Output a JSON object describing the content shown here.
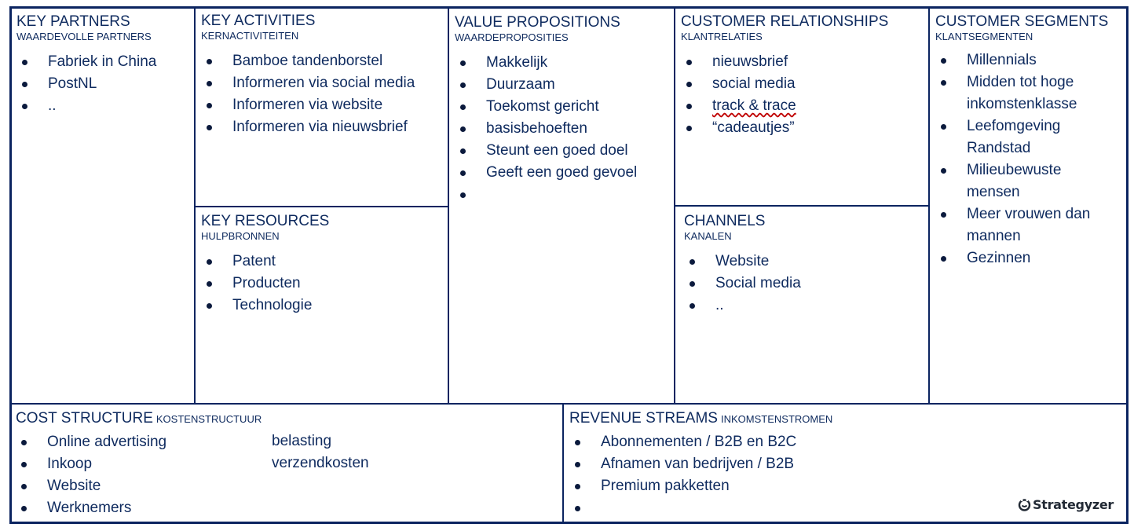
{
  "canvas": {
    "border_color": "#0b2460",
    "text_color": "#0e2a5e"
  },
  "key_partners": {
    "title": "KEY PARTNERS",
    "subtitle": "WAARDEVOLLE PARTNERS",
    "items": [
      "Fabriek in China",
      "PostNL",
      ".."
    ]
  },
  "key_activities": {
    "title": "KEY ACTIVITIES",
    "subtitle": "KERNACTIVITEITEN",
    "items": [
      "Bamboe tandenborstel",
      "Informeren via social media",
      "Informeren via website",
      "Informeren via nieuwsbrief"
    ]
  },
  "key_resources": {
    "title": "KEY RESOURCES",
    "subtitle": "HULPBRONNEN",
    "items": [
      "Patent",
      "Producten",
      "Technologie"
    ]
  },
  "value_propositions": {
    "title": "VALUE PROPOSITIONS",
    "subtitle": "WAARDEPROPOSITIES",
    "items": [
      "Makkelijk",
      "Duurzaam",
      "Toekomst gericht",
      "basisbehoeften",
      "Steunt een goed doel",
      "Geeft een goed gevoel",
      ""
    ]
  },
  "customer_relationships": {
    "title": "CUSTOMER RELATIONSHIPS",
    "subtitle": "KLANTRELATIES",
    "items": [
      "nieuwsbrief",
      "social media",
      "track & trace",
      "“cadeautjes”"
    ]
  },
  "channels": {
    "title": "CHANNELS",
    "subtitle": "KANALEN",
    "items": [
      "Website",
      "Social media",
      ".."
    ]
  },
  "customer_segments": {
    "title": "CUSTOMER SEGMENTS",
    "subtitle": "KLANTSEGMENTEN",
    "items": [
      {
        "line1": "Millennials",
        "line2": ""
      },
      {
        "line1": "Midden tot hoge",
        "line2": "inkomstenklasse"
      },
      {
        "line1": "Leefomgeving",
        "line2": "Randstad"
      },
      {
        "line1": "Milieubewuste",
        "line2": "mensen"
      },
      {
        "line1": "Meer vrouwen dan",
        "line2": "mannen"
      },
      {
        "line1": "Gezinnen",
        "line2": ""
      }
    ]
  },
  "cost_structure": {
    "title": "COST STRUCTURE",
    "subtitle": "KOSTENSTRUCTUUR",
    "items": [
      "Online advertising",
      "Inkoop",
      "Website",
      "Werknemers"
    ],
    "extra_items": [
      "belasting",
      "verzendkosten"
    ]
  },
  "revenue_streams": {
    "title": "REVENUE STREAMS",
    "subtitle": "INKOMSTENSTROMEN",
    "items": [
      "Abonnementen / B2B en B2C",
      "Afnamen van bedrijven / B2B",
      "Premium pakketten",
      ""
    ]
  },
  "branding": {
    "logo_text": "Strategyzer",
    "logo_icon": "strategyzer-face-icon"
  }
}
